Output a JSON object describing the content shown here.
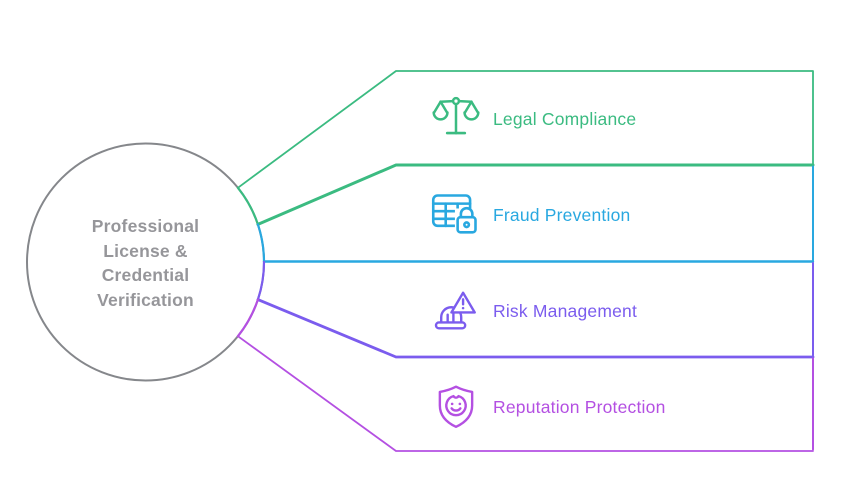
{
  "center": {
    "title": "Professional License & Credential Verification",
    "title_lines": [
      "Professional",
      "License &",
      "Credential",
      "Verification"
    ],
    "circle_color": "#85878b",
    "text_color": "#96969a"
  },
  "branches": [
    {
      "label": "Legal Compliance",
      "color": "#3bbb81",
      "icon": "scales-icon"
    },
    {
      "label": "Fraud Prevention",
      "color": "#29a8e0",
      "icon": "table-lock-icon"
    },
    {
      "label": "Risk Management",
      "color": "#7b5cee",
      "icon": "hardhat-warning-icon"
    },
    {
      "label": "Reputation Protection",
      "color": "#b450e2",
      "icon": "shield-smiley-icon"
    }
  ],
  "background_color": "#ffffff"
}
